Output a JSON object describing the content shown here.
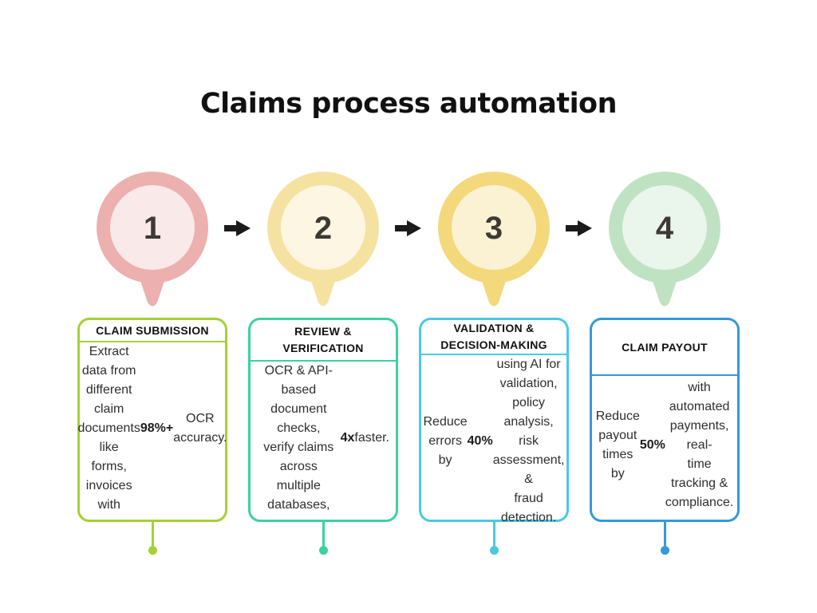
{
  "page": {
    "title": "Claims process automation",
    "background_color": "#ffffff"
  },
  "palette": {
    "arrow_color": "#1b1b1b",
    "number_color": "#3e3a33",
    "header_text_color": "#111111",
    "body_text_color": "#2e2e2e"
  },
  "connector_icon": "arrow-right-icon",
  "steps": [
    {
      "number": "1",
      "ring_color": "#ecb0ae",
      "fill_color": "#f9e9e8"
    },
    {
      "number": "2",
      "ring_color": "#f6e2a0",
      "fill_color": "#fdf6e2"
    },
    {
      "number": "3",
      "ring_color": "#f4d87c",
      "fill_color": "#fbf2d4"
    },
    {
      "number": "4",
      "ring_color": "#bfe2c3",
      "fill_color": "#eaf5ec"
    }
  ],
  "cards": [
    {
      "title": "CLAIM SUBMISSION",
      "accent_color": "#a5d134",
      "body": {
        "pre": "Extract data from\ndifferent claim\ndocuments like\nforms, invoices\nwith ",
        "highlight": "98%+",
        "post": " OCR\naccuracy."
      }
    },
    {
      "title": "REVIEW &\nVERIFICATION",
      "accent_color": "#3bd2a0",
      "body": {
        "pre": "OCR & API-based\ndocument checks,\nverify claims\nacross multiple\ndatabases,\n",
        "highlight": "4x",
        "post": " faster."
      }
    },
    {
      "title": "VALIDATION &\nDECISION-MAKING",
      "accent_color": "#4ac9e2",
      "body": {
        "pre": "Reduce errors by\n",
        "highlight": "40%",
        "post": " using AI for\nvalidation, policy\nanalysis, risk\nassessment, &\nfraud detection."
      }
    },
    {
      "title": "CLAIM PAYOUT",
      "accent_color": "#3598dc",
      "body": {
        "pre": "Reduce payout\ntimes by ",
        "highlight": "50%",
        "post": " with\nautomated\npayments, real-\ntime tracking &\ncompliance."
      }
    }
  ]
}
